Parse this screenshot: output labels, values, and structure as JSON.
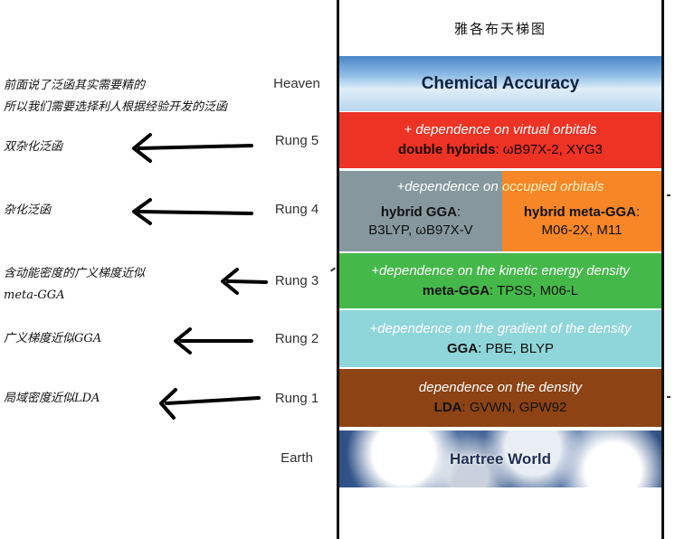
{
  "title": "雅各布天梯图",
  "levels": [
    {
      "id": "heaven",
      "label": "Heaven"
    },
    {
      "id": "rung5",
      "label": "Rung 5"
    },
    {
      "id": "rung4",
      "label": "Rung 4"
    },
    {
      "id": "rung3",
      "label": "Rung 3"
    },
    {
      "id": "rung2",
      "label": "Rung 2"
    },
    {
      "id": "rung1",
      "label": "Rung 1"
    },
    {
      "id": "earth",
      "label": "Earth"
    }
  ],
  "heaven": {
    "text": "Chemical Accuracy"
  },
  "rung5": {
    "dependence": "+ dependence on virtual orbitals",
    "method": "double hybrids",
    "examples": ": ωB97X-2, XYG3"
  },
  "rung4": {
    "dependence_part1": "+dependence on ",
    "dependence_part2": "occupied orbitals",
    "left_method": "hybrid GGA",
    "left_suffix": ":",
    "left_examples": "B3LYP, ωB97X-V",
    "right_method": "hybrid meta-GGA",
    "right_suffix": ":",
    "right_examples": "M06-2X, M11"
  },
  "rung3": {
    "dependence": "+dependence on the kinetic energy density",
    "method": "meta-GGA",
    "examples": ": TPSS, M06-L"
  },
  "rung2": {
    "dependence": "+dependence on the gradient of the density",
    "method": "GGA",
    "examples": ": PBE, BLYP"
  },
  "rung1": {
    "dependence": "dependence on the density",
    "method": "LDA",
    "examples": ": GVWN, GPW92"
  },
  "earth": {
    "text": "Hartree World"
  },
  "notes": {
    "heaven_line1": "前面说了泛函其实需要精的",
    "heaven_line2": "所以我们需要选择利人根据经验开发的泛函",
    "rung5": "双杂化泛函",
    "rung4": "杂化泛函",
    "rung3_line1": "含动能密度的广义梯度近似",
    "rung3_line2": "meta-GGA",
    "rung2": "广义梯度近似GGA",
    "rung1": "局域密度近似LDA"
  },
  "colors": {
    "rung5": "#ec3324",
    "rung4_left": "#86989e",
    "rung4_right": "#f78626",
    "rung3": "#45b84a",
    "rung2": "#8fd6da",
    "rung1": "#8d4314"
  }
}
